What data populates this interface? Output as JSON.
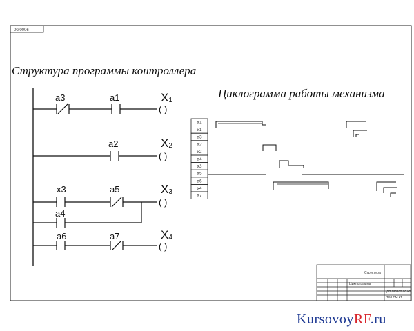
{
  "stamp_top": "00/0006",
  "ladder": {
    "title": "Структура программы контроллера",
    "rungs": [
      {
        "contacts": [
          "a3",
          "a1"
        ],
        "output": "X",
        "output_index": "1"
      },
      {
        "contacts": [
          "a2"
        ],
        "output": "X",
        "output_index": "2"
      },
      {
        "contacts": [
          "x3",
          "a5"
        ],
        "parallel": "a4",
        "output": "X",
        "output_index": "3"
      },
      {
        "contacts": [
          "a6",
          "a7"
        ],
        "output": "X",
        "output_index": "4"
      }
    ],
    "coil_symbol": "( )"
  },
  "cyclogram": {
    "title": "Циклограмма работы механизма",
    "signals": [
      "a1",
      "x1",
      "a3",
      "a2",
      "x2",
      "a4",
      "x3",
      "a5",
      "a6",
      "x4",
      "a7"
    ]
  },
  "title_block": {
    "sheet_name": "Структура",
    "doc_title": "Циклограмма",
    "code": "ДП 190205.00 00",
    "group": "ТКЗ-ПМ 2Т"
  },
  "watermark": {
    "part1": "Kursovoy",
    "part2": "RF",
    "part3": ".ru"
  },
  "colors": {
    "line": "#111111",
    "logo_blue": "#1f3a93",
    "logo_red": "#d8262d"
  }
}
